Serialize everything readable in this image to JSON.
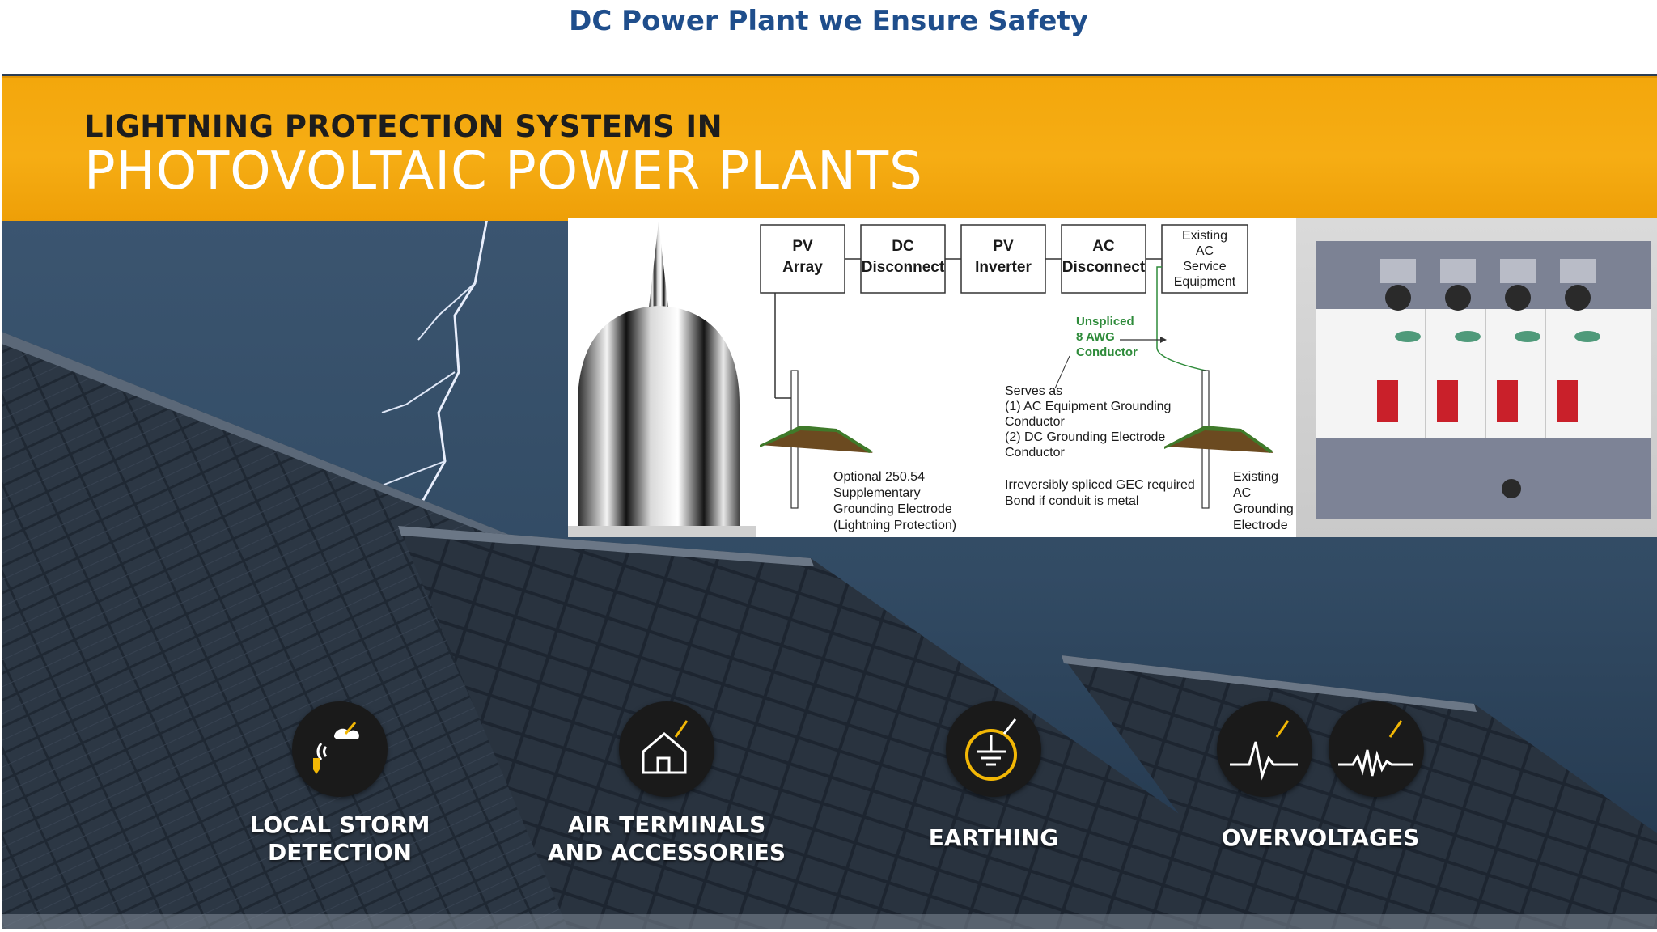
{
  "slide": {
    "title": "DC Power Plant we Ensure Safety"
  },
  "banner": {
    "heading_line1": "LIGHTNING PROTECTION SYSTEMS IN",
    "heading_line2": "PHOTOVOLTAIC POWER PLANTS"
  },
  "diagram": {
    "boxes": [
      {
        "line1": "PV",
        "line2": "Array"
      },
      {
        "line1": "DC",
        "line2": "Disconnect"
      },
      {
        "line1": "PV",
        "line2": "Inverter"
      },
      {
        "line1": "AC",
        "line2": "Disconnect"
      },
      {
        "lines": [
          "Existing",
          "AC",
          "Service",
          "Equipment"
        ]
      }
    ],
    "conductor_label": [
      "Unspliced",
      "8 AWG",
      "Conductor"
    ],
    "serves_as": [
      "Serves as",
      "(1) AC Equipment Grounding",
      "Conductor",
      "(2) DC Grounding Electrode",
      "Conductor"
    ],
    "optional_electrode": [
      "Optional 250.54",
      "Supplementary",
      "Grounding Electrode",
      "(Lightning Protection)"
    ],
    "spliced_note": [
      "Irreversibly spliced GEC required",
      "Bond if conduit is metal"
    ],
    "existing_electrode": [
      "Existing",
      "AC",
      "Grounding",
      "Electrode"
    ]
  },
  "features": [
    {
      "lines": [
        "LOCAL STORM",
        "DETECTION"
      ],
      "icon": "storm-detection-icon"
    },
    {
      "lines": [
        "AIR TERMINALS",
        "AND ACCESSORIES"
      ],
      "icon": "house-air-terminal-icon"
    },
    {
      "lines": [
        "EARTHING"
      ],
      "icon": "earthing-icon"
    },
    {
      "lines": [
        "OVERVOLTAGES"
      ],
      "icon": "overvoltage-icon"
    }
  ],
  "colors": {
    "title": "#1f4e8c",
    "banner_orange": "#f5a912",
    "icon_accent": "#f2b705",
    "diagram_green": "#2e8b3a"
  }
}
